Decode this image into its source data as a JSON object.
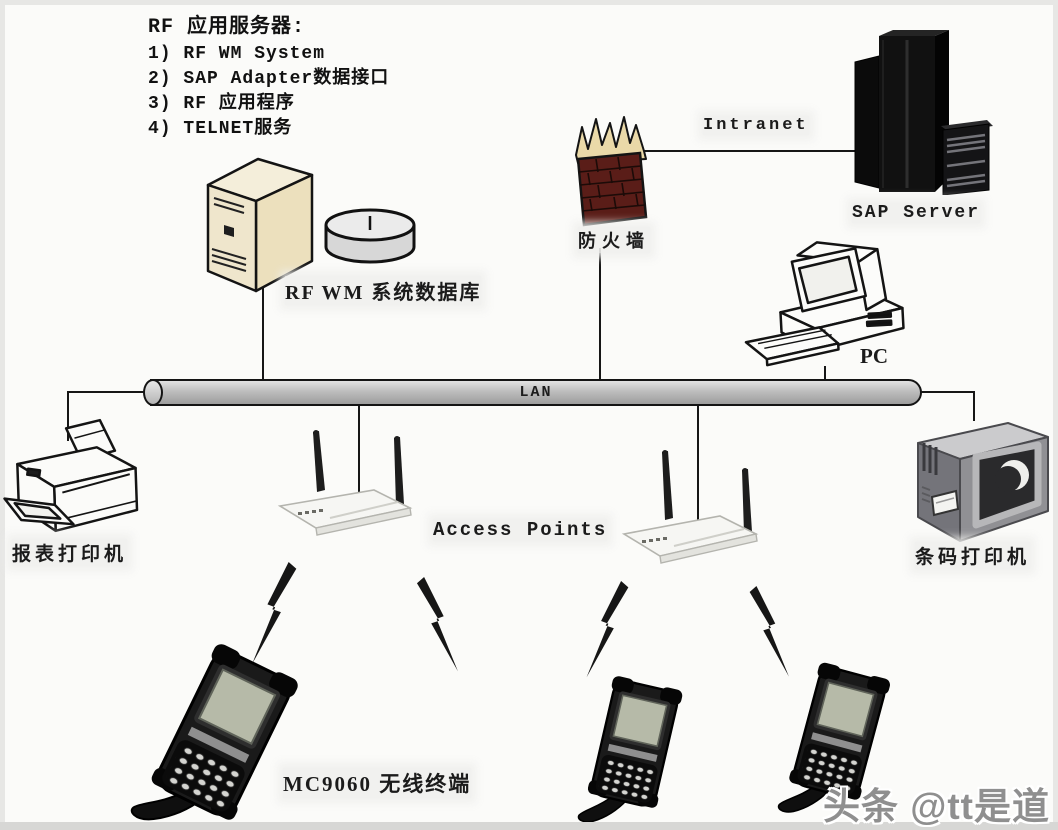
{
  "note": {
    "title": "RF 应用服务器:",
    "lines": [
      "1) RF WM System",
      "2) SAP Adapter数据接口",
      "3) RF 应用程序",
      "4) TELNET服务"
    ]
  },
  "labels": {
    "intranet": "Intranet",
    "sap_server": "SAP Server",
    "firewall": "防火墙",
    "rf_wm_db": "RF WM 系统数据库",
    "pc": "PC",
    "lan": "LAN",
    "report_printer": "报表打印机",
    "access_points": "Access Points",
    "barcode_printer": "条码打印机",
    "terminals": "MC9060 无线终端",
    "watermark": "头条 @tt是道"
  },
  "colors": {
    "background": "#fbfbf9",
    "line": "#161616",
    "lan_pipe": "#bdbdbd",
    "server_beige": "#efe6cc",
    "firewall_brick": "#5a1d18",
    "flame": "#ead9a8",
    "sap_black": "#101010",
    "terminal_screen": "#b6baa8",
    "barcode_gray": "#909094"
  }
}
